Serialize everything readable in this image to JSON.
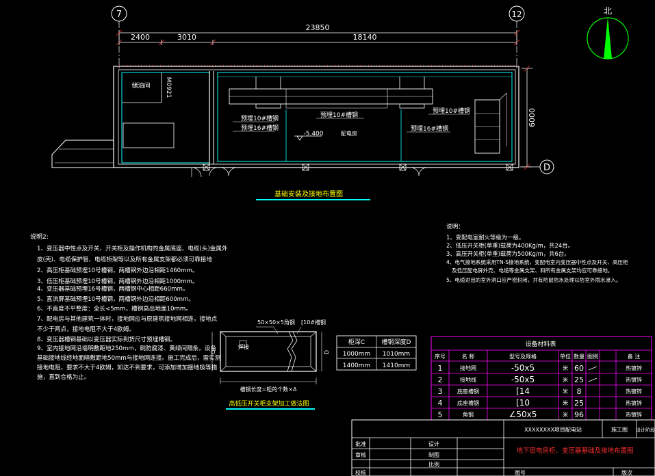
{
  "grid": {
    "axis_left": "7",
    "axis_right": "12",
    "axis_row": "D"
  },
  "north": {
    "label": "北"
  },
  "dims": {
    "total": "23850",
    "seg1": "2400",
    "seg2": "3010",
    "seg3": "18140",
    "depth": "6000"
  },
  "plan": {
    "room_small": "储油间",
    "door_code": "M0921",
    "room_main": "配电房",
    "elevation": "-5.400",
    "ch10_a": "预埋10#槽钢",
    "ch16_a": "预埋16#槽钢",
    "ch10_b": "预埋10#槽钢",
    "ch10_c": "预埋10#槽钢",
    "ch16_b": "预埋16#槽钢",
    "title": "基础安装及接地布置图"
  },
  "notes_left": {
    "heading": "说明2:",
    "lines": [
      "1、变压器中性点及开关、开关柜及操作机构的金属底座、电缆(头)金属外",
      "皮(壳)、电缆保护管、电缆桥架等以及所有金属支架都必须可靠接地",
      "2、高压柜基础预埋10号槽钢，两槽钢外边沿相距1460mm。",
      "3、低压柜基础预埋10号槽钢，两槽钢外边沿相距1000mm。",
      "4、变压器基础预埋16号槽钢，两槽钢中心相距660mm。",
      "5、直流屏基础预埋10号槽钢，两槽钢外边沿相距600mm。",
      "6、不直度不平整度：全长<5mm，槽钢高出地面10mm。",
      "7、配电房与其他建筑一体时，接地网应与原建筑接地网相连，接地点",
      "不少于两点，接地电阻不大于4欧姆。",
      "8、变压器槽钢基础以变压器实际到货尺寸预埋槽钢。",
      "9、室内接地网沿墙明敷距地250mm，刷防腐漆、黄绿间隔条。设备",
      "基础接地线经地面暗敷距地50mm与接地网连接。施工完成后，需实测",
      "接地电阻，要求不大于4欧姆，如达不到要求，可添加增加接地极等措",
      "施，直到合格为止。"
    ]
  },
  "detail": {
    "top_label": "50×50×5角钢",
    "right_label": "[10#槽钢",
    "inner_label": "焊接",
    "dim_c": "C",
    "dim_d": "D",
    "bottom_label": "槽钢长度=柜的个数×A",
    "title": "高低压开关柜支架加工做法图"
  },
  "dim_table": {
    "headers": [
      "柜深C",
      "槽钢深度D"
    ],
    "rows": [
      [
        "1000mm",
        "1010mm"
      ],
      [
        "1400mm",
        "1410mm"
      ]
    ]
  },
  "notes_right": {
    "heading": "说明：",
    "lines": [
      "1、变配电室耐火等级为一级。",
      "2、低压开关柜(单重)载荷为400Kg/m，共24台。",
      "3、高压开关柜(单重)载荷为500Kg/m，共6台。",
      "4、电气接地系统采用TN-S接地系统，变配电室内变压器中性点及开关、高压柜",
      "及低压配电屏外壳、电缆等金属支架、和所有金属支架均应可靠接地。",
      "5、电缆进出的室外洞口应严密封闭，并有防鼠防水处理以防室外雨水渗入。"
    ]
  },
  "material": {
    "title": "设备材料表",
    "headers": [
      "序号",
      "名  称",
      "型号及规格",
      "单位",
      "数量",
      "图例",
      "备  注"
    ],
    "rows": [
      [
        "1",
        "接地网",
        "-50x5",
        "米",
        "60",
        "",
        "热镀锌"
      ],
      [
        "2",
        "接地线",
        "-50x5",
        "米",
        "25",
        "",
        "热镀锌"
      ],
      [
        "3",
        "底座槽钢",
        "[14",
        "米",
        "8",
        "",
        "热镀锌"
      ],
      [
        "4",
        "底座槽钢",
        "[10",
        "米",
        "25",
        "",
        "热镀锌"
      ],
      [
        "5",
        "角钢",
        "∠50x5",
        "米",
        "96",
        "",
        "热镀锌"
      ]
    ]
  },
  "titleblock": {
    "project": "XXXXXXXX项目配电站",
    "stage": "施工图",
    "stage_label": "设计阶段",
    "drawing_title": "地下层电房柜、变压器基础及接地布置图",
    "r1": [
      "批准",
      "设计"
    ],
    "r2": [
      "审核",
      "制图"
    ],
    "r3": [
      "",
      "比例"
    ],
    "r4": [
      "校核",
      "图号",
      "版次"
    ]
  },
  "colors": {
    "white": "#ffffff",
    "cyan": "#00ffff",
    "yellow": "#ffff00",
    "red": "#ff3030",
    "green": "#00ff00",
    "magenta": "#ff00ff"
  }
}
